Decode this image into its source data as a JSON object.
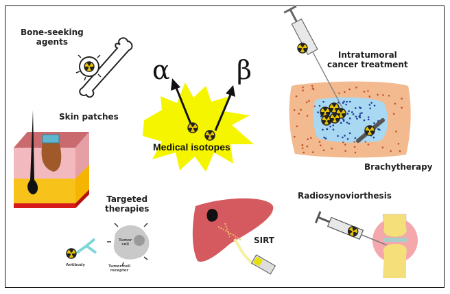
{
  "figure": {
    "center_label": "Medical isotopes",
    "emissions": {
      "alpha": "α",
      "beta": "β"
    },
    "labels": {
      "bone_seeking": [
        "Bone-seeking",
        "agents"
      ],
      "skin_patches": "Skin patches",
      "targeted_therapies": [
        "Targeted",
        "therapies"
      ],
      "antibody": "Antibody",
      "tumor_cell": [
        "Tumor",
        "cell"
      ],
      "tumor_cell_receptor": [
        "Tumor cell",
        "receptor"
      ],
      "sirt": "SIRT",
      "radiosynoviorthesis": "Radiosynoviorthesis",
      "intratumoral": [
        "Intratumoral",
        "cancer treatment"
      ],
      "brachytherapy": "Brachytherapy"
    },
    "colors": {
      "burst": "#f5f500",
      "radiation_symbol": "#e8c400",
      "tissue": "#f3b98f",
      "tumor": "#a9d8f2",
      "liver": "#d45a5f",
      "skin": "#f2b9bf",
      "fat": "#f7c21a",
      "bone": "#f5df7a",
      "joint_inflammation": "#f4a8ab"
    }
  }
}
